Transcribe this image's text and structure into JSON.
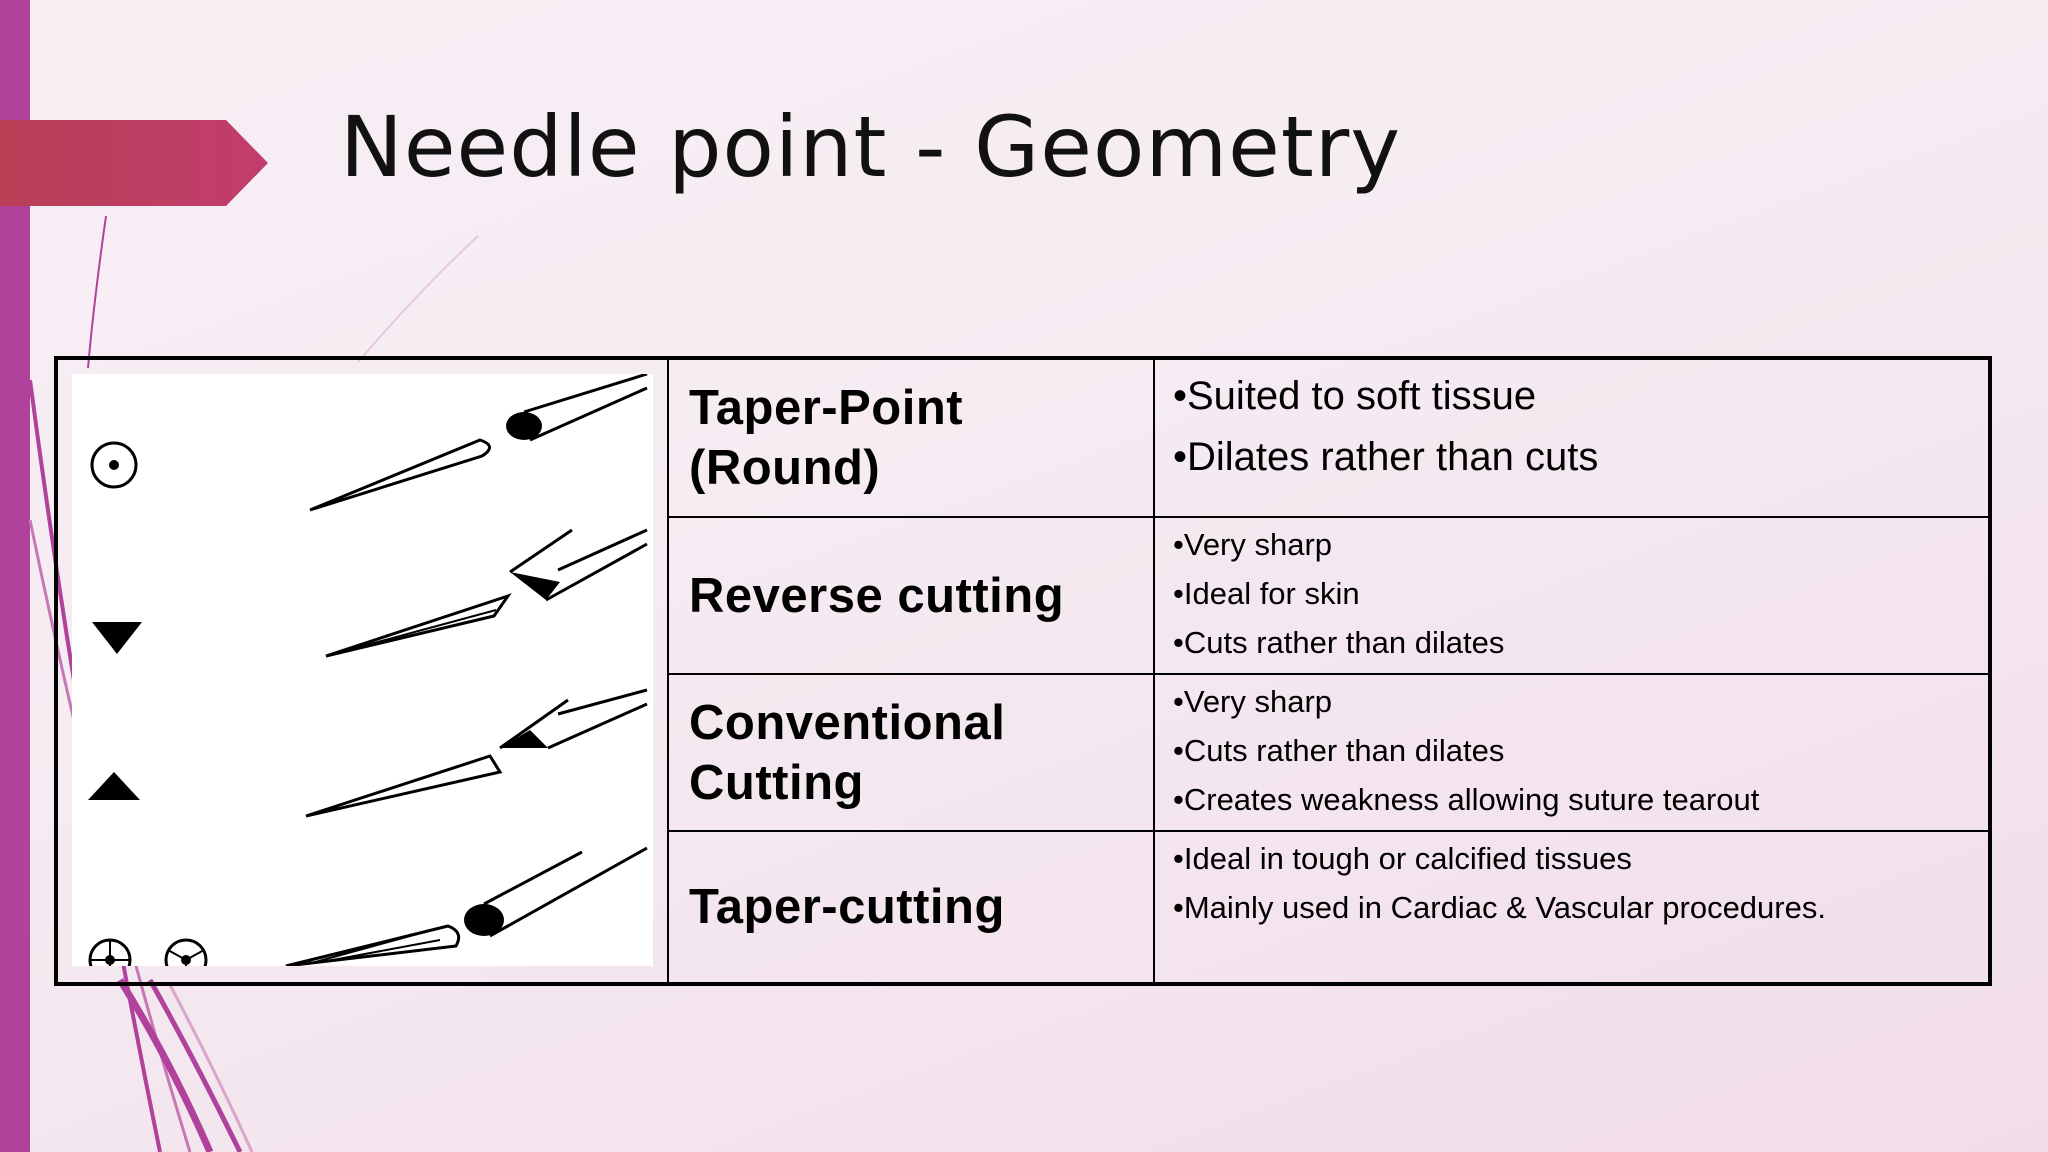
{
  "title": "Needle point - Geometry",
  "theme": {
    "accent": "#b0429b",
    "arrow": "#c23d6e"
  },
  "needle_illustration": {
    "cross_sections": [
      "round-dot-icon",
      "inverted-triangle-icon",
      "triangle-icon",
      "trocar-icon"
    ]
  },
  "rows": [
    {
      "type": "Taper-Point (Round)",
      "bullets": [
        "•Suited to soft tissue",
        "•Dilates rather than cuts"
      ]
    },
    {
      "type": "Reverse cutting",
      "bullets": [
        "•Very sharp",
        "•Ideal for skin",
        "•Cuts rather than dilates"
      ]
    },
    {
      "type": "Conventional Cutting",
      "bullets": [
        "•Very sharp",
        "•Cuts rather than dilates",
        "•Creates weakness allowing suture tearout"
      ]
    },
    {
      "type": "Taper-cutting",
      "bullets": [
        "•Ideal in tough or calcified tissues",
        "•Mainly used in Cardiac & Vascular procedures."
      ]
    }
  ]
}
